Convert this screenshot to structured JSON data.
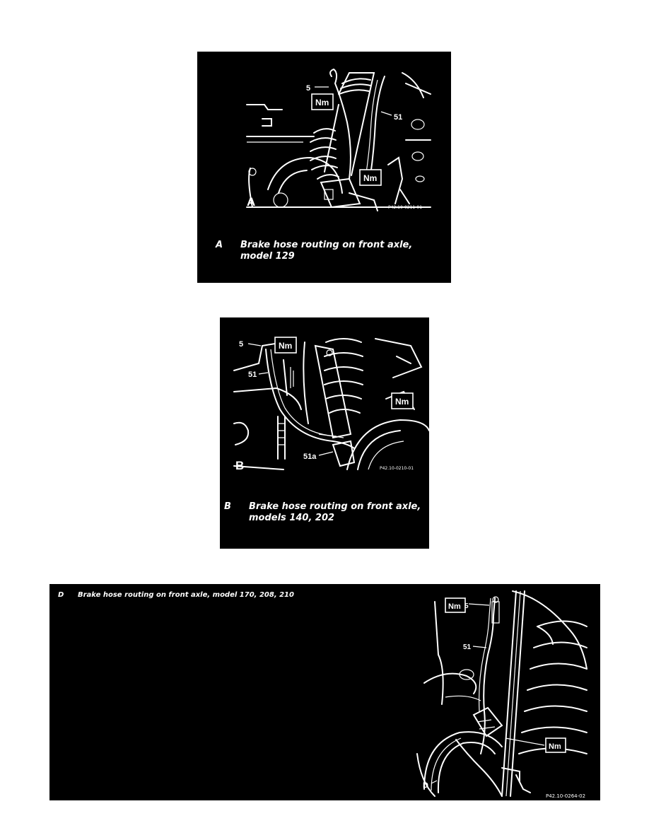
{
  "panel_a": {
    "caption_letter": "A",
    "caption_line1": "Brake hose routing on front axle,",
    "caption_line2": "model 129",
    "letter_label": "A",
    "label_5": "5",
    "label_51": "51",
    "nm_top": "Nm",
    "nm_bottom": "Nm",
    "ref_code": "P42.10-0211-01"
  },
  "panel_b": {
    "caption_letter": "B",
    "caption_line1": "Brake hose routing on front axle,",
    "caption_line2": "models 140, 202",
    "letter_label": "B",
    "label_5": "5",
    "label_51": "51",
    "label_51a": "51a",
    "nm_top": "Nm",
    "nm_right": "Nm",
    "ref_code": "P42.10-0210-01"
  },
  "panel_d": {
    "caption_letter": "D",
    "caption_text": "Brake hose routing on front axle, model 170, 208, 210",
    "letter_label": "D",
    "label_5": "5",
    "label_51": "51",
    "nm_top": "Nm",
    "nm_bottom": "Nm",
    "ref_code": "P42.10-0264-02"
  }
}
